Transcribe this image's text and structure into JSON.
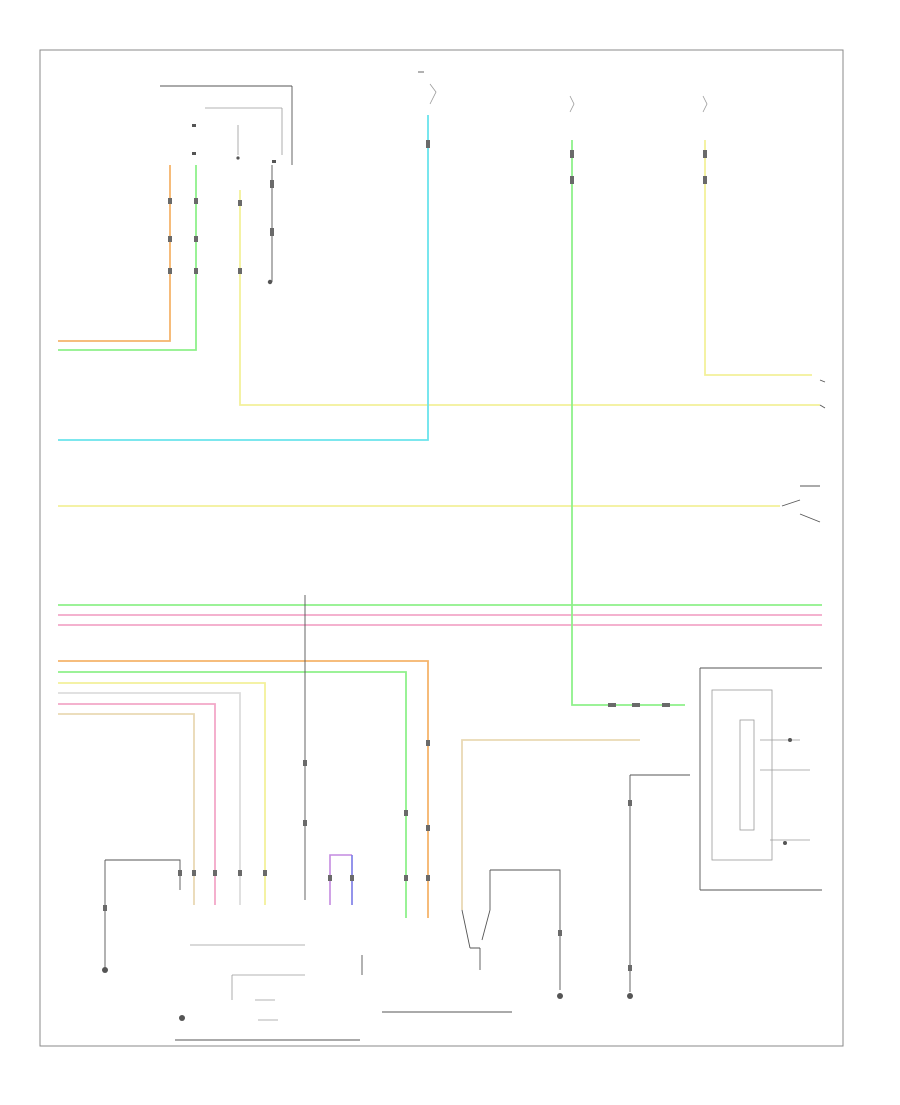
{
  "colors": {
    "orange": "#f5b46b",
    "green": "#8ef08a",
    "yellow": "#f3f09a",
    "cyan": "#69e4ec",
    "pink": "#f3a7c8",
    "tan": "#e9d9b4",
    "blue": "#7a7ae6",
    "violet": "#c48ae0",
    "white_wire": "#dddddd",
    "frame": "#8a8a8a"
  },
  "wires": [
    {
      "id": "orange-left-top",
      "color": "orange"
    },
    {
      "id": "green-left-top",
      "color": "green"
    },
    {
      "id": "yellow-switch-bus",
      "color": "yellow"
    },
    {
      "id": "cyan-signal",
      "color": "cyan"
    },
    {
      "id": "yellow-right-top",
      "color": "yellow"
    },
    {
      "id": "yellow-middle-bus",
      "color": "yellow"
    },
    {
      "id": "green-bus",
      "color": "green"
    },
    {
      "id": "pink-bus-1",
      "color": "pink"
    },
    {
      "id": "pink-bus-2",
      "color": "pink"
    },
    {
      "id": "orange-lower",
      "color": "orange"
    },
    {
      "id": "green-lower",
      "color": "green"
    },
    {
      "id": "yellow-lower",
      "color": "yellow"
    },
    {
      "id": "white-lower",
      "color": "white_wire"
    },
    {
      "id": "pink-lower",
      "color": "pink"
    },
    {
      "id": "tan-lower",
      "color": "tan"
    },
    {
      "id": "green-long-vertical",
      "color": "green"
    },
    {
      "id": "tan-switch-feed",
      "color": "tan"
    }
  ]
}
